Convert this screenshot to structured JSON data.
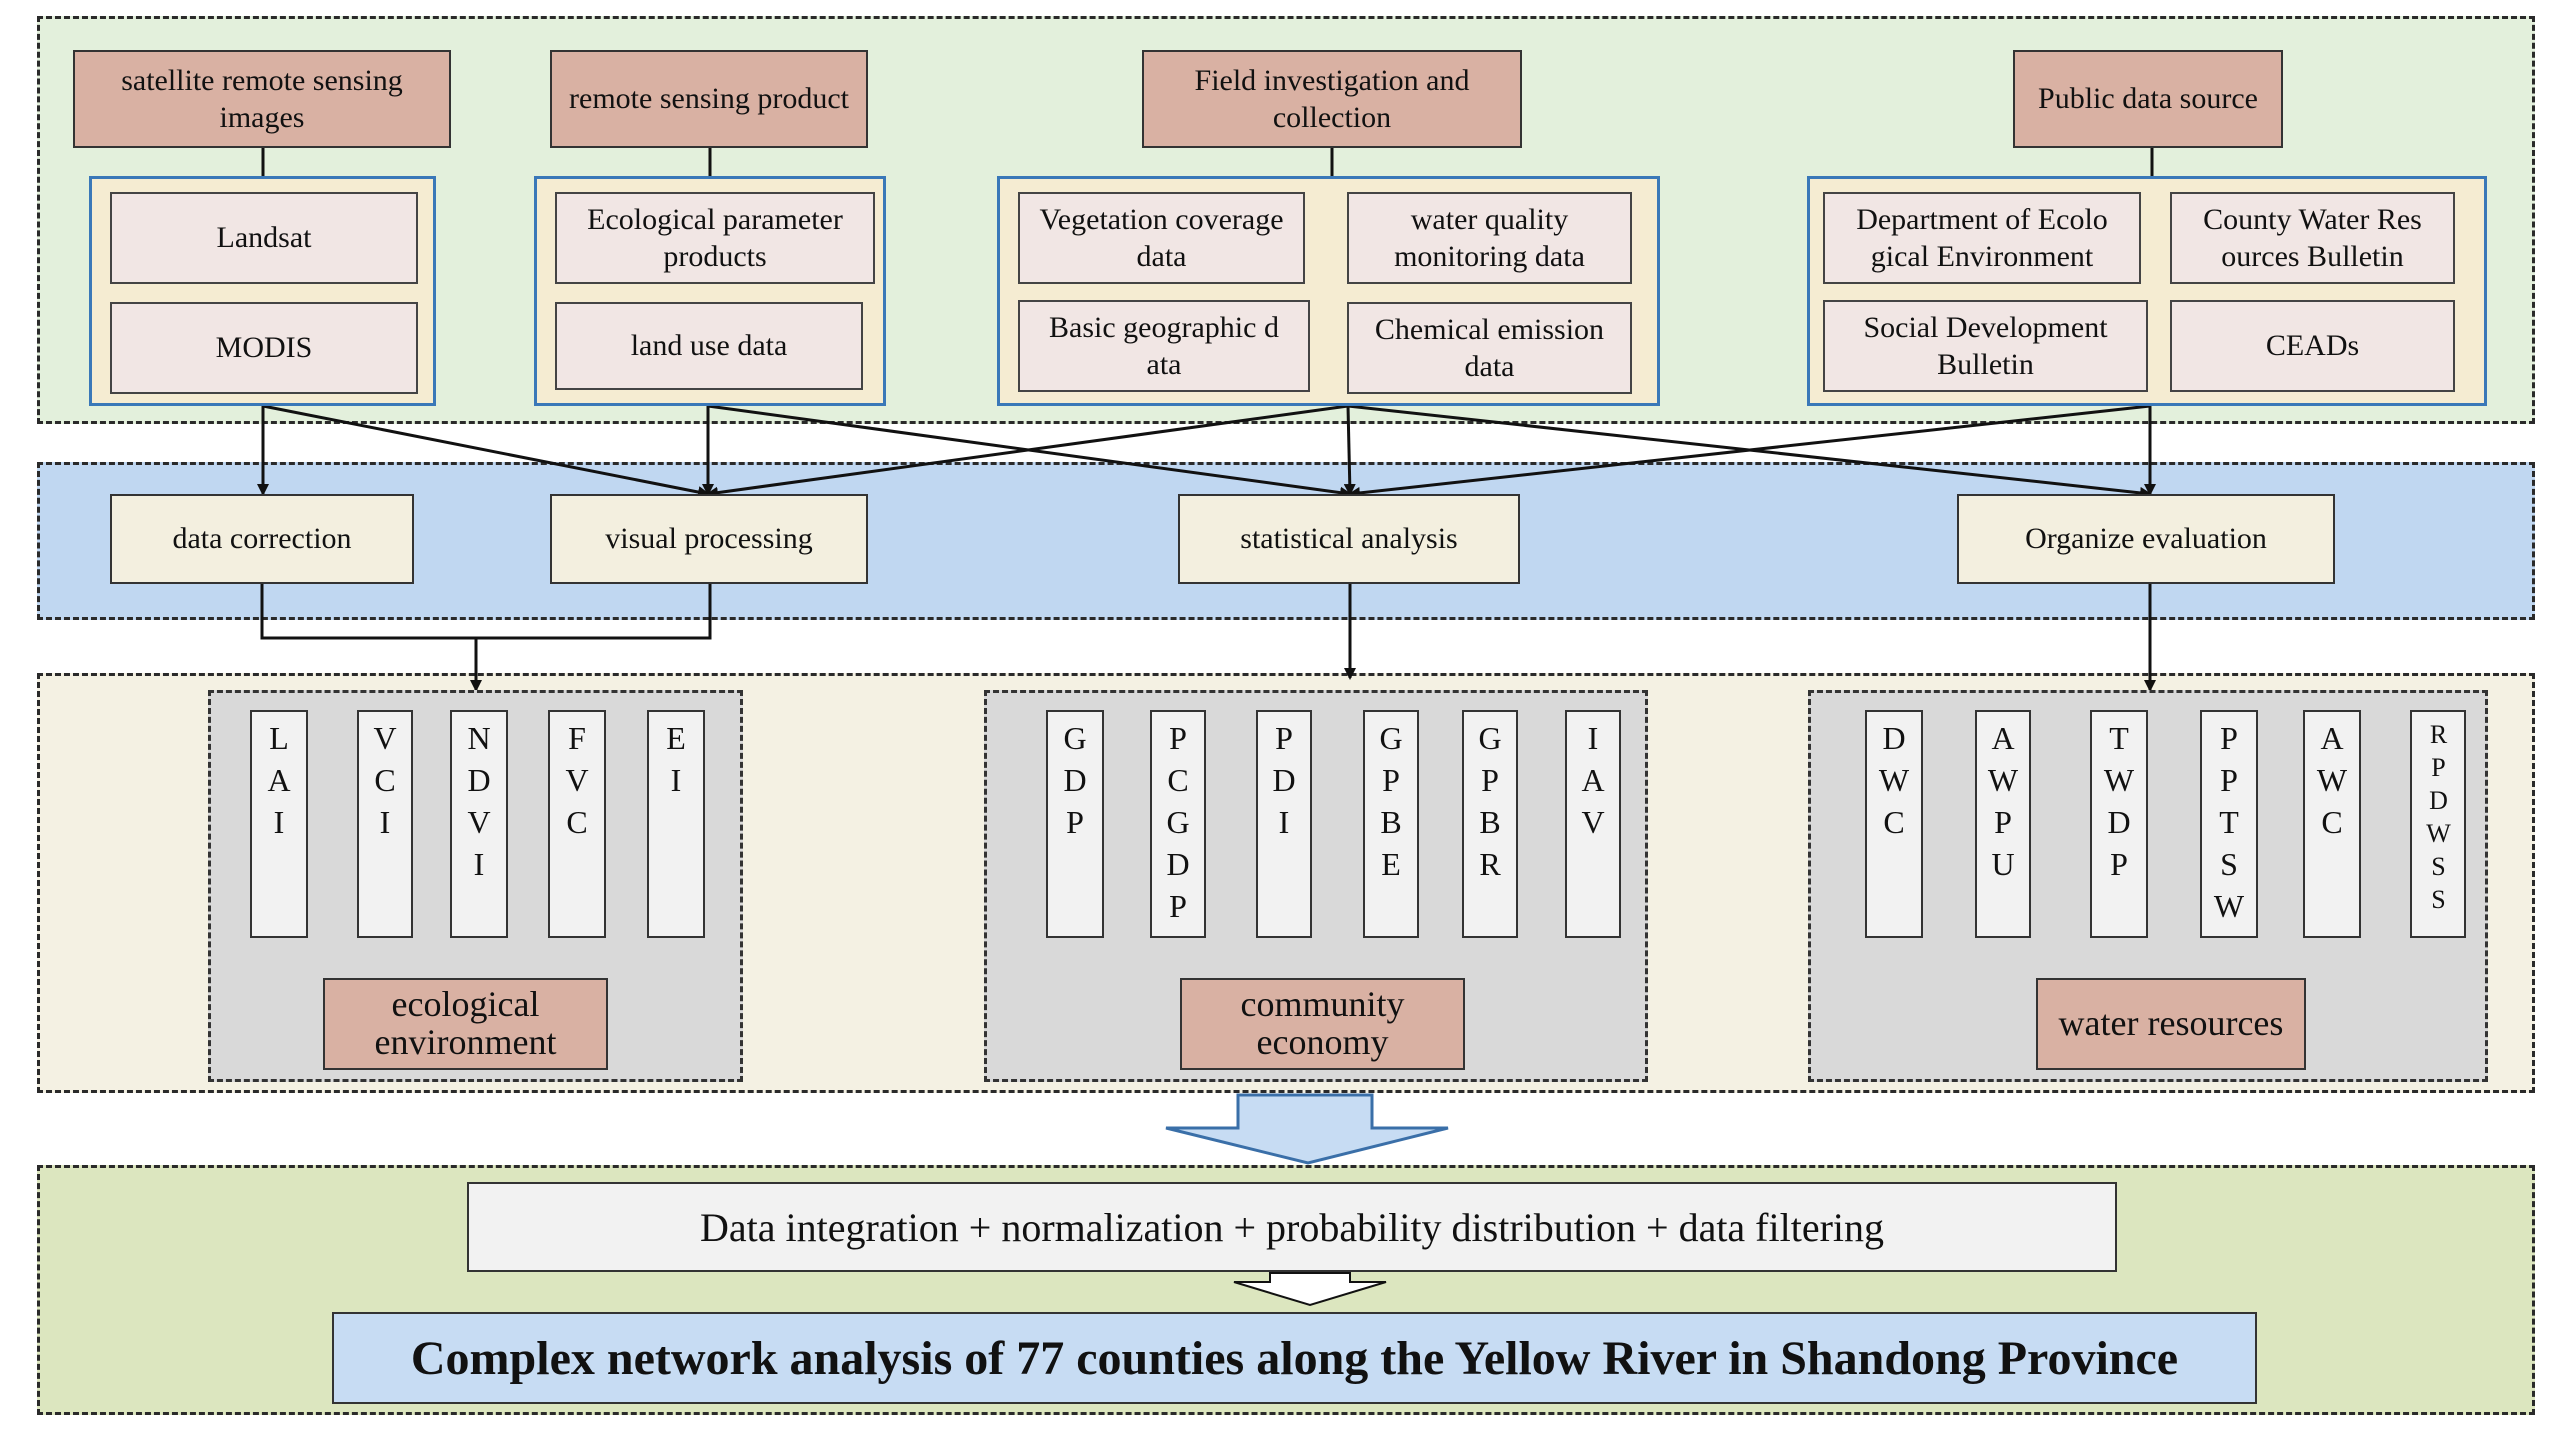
{
  "sources": [
    {
      "id": "satellite",
      "label": "satellite remote sensing images",
      "items": [
        "Landsat",
        "MODIS"
      ]
    },
    {
      "id": "rsproduct",
      "label": "remote sensing product",
      "items": [
        "Ecological parameter products",
        "land use data"
      ]
    },
    {
      "id": "field",
      "label": "Field investigation and collection",
      "items": [
        "Vegetation coverage data",
        "water quality monitoring data",
        "Basic geographic d ata",
        "Chemical emission data"
      ]
    },
    {
      "id": "public",
      "label": "Public data source",
      "items": [
        "Department of Ecolo gical Environment",
        "County Water Res ources Bulletin",
        "Social Development Bulletin",
        "CEADs"
      ]
    }
  ],
  "processes": [
    "data correction",
    "visual processing",
    "statistical analysis",
    "Organize evaluation"
  ],
  "categories": [
    {
      "id": "eco",
      "label": "ecological environment",
      "indicators": [
        "LAI",
        "VCI",
        "NDVI",
        "FVC",
        "EI"
      ]
    },
    {
      "id": "econ",
      "label": "community economy",
      "indicators": [
        "GDP",
        "PCGDP",
        "PDI",
        "GPBE",
        "GPBR",
        "IAV"
      ]
    },
    {
      "id": "water",
      "label": "water resources",
      "indicators": [
        "DWC",
        "AWPU",
        "TWDP",
        "PPTSW",
        "AWC",
        "RPDWSS"
      ]
    }
  ],
  "integration": "Data integration + normalization + probability distribution + data filtering",
  "final": "Complex network analysis of 77 counties along the Yellow River in Shandong Province",
  "colors": {
    "band_sources": "#e3f0dc",
    "band_process": "#c0d7f1",
    "band_indicators": "#f4f1e3",
    "band_analysis": "#dce6bf",
    "source_box": "#d9b1a3",
    "group_border": "#3a78b8",
    "big_arrow": "#c7dcf3"
  }
}
